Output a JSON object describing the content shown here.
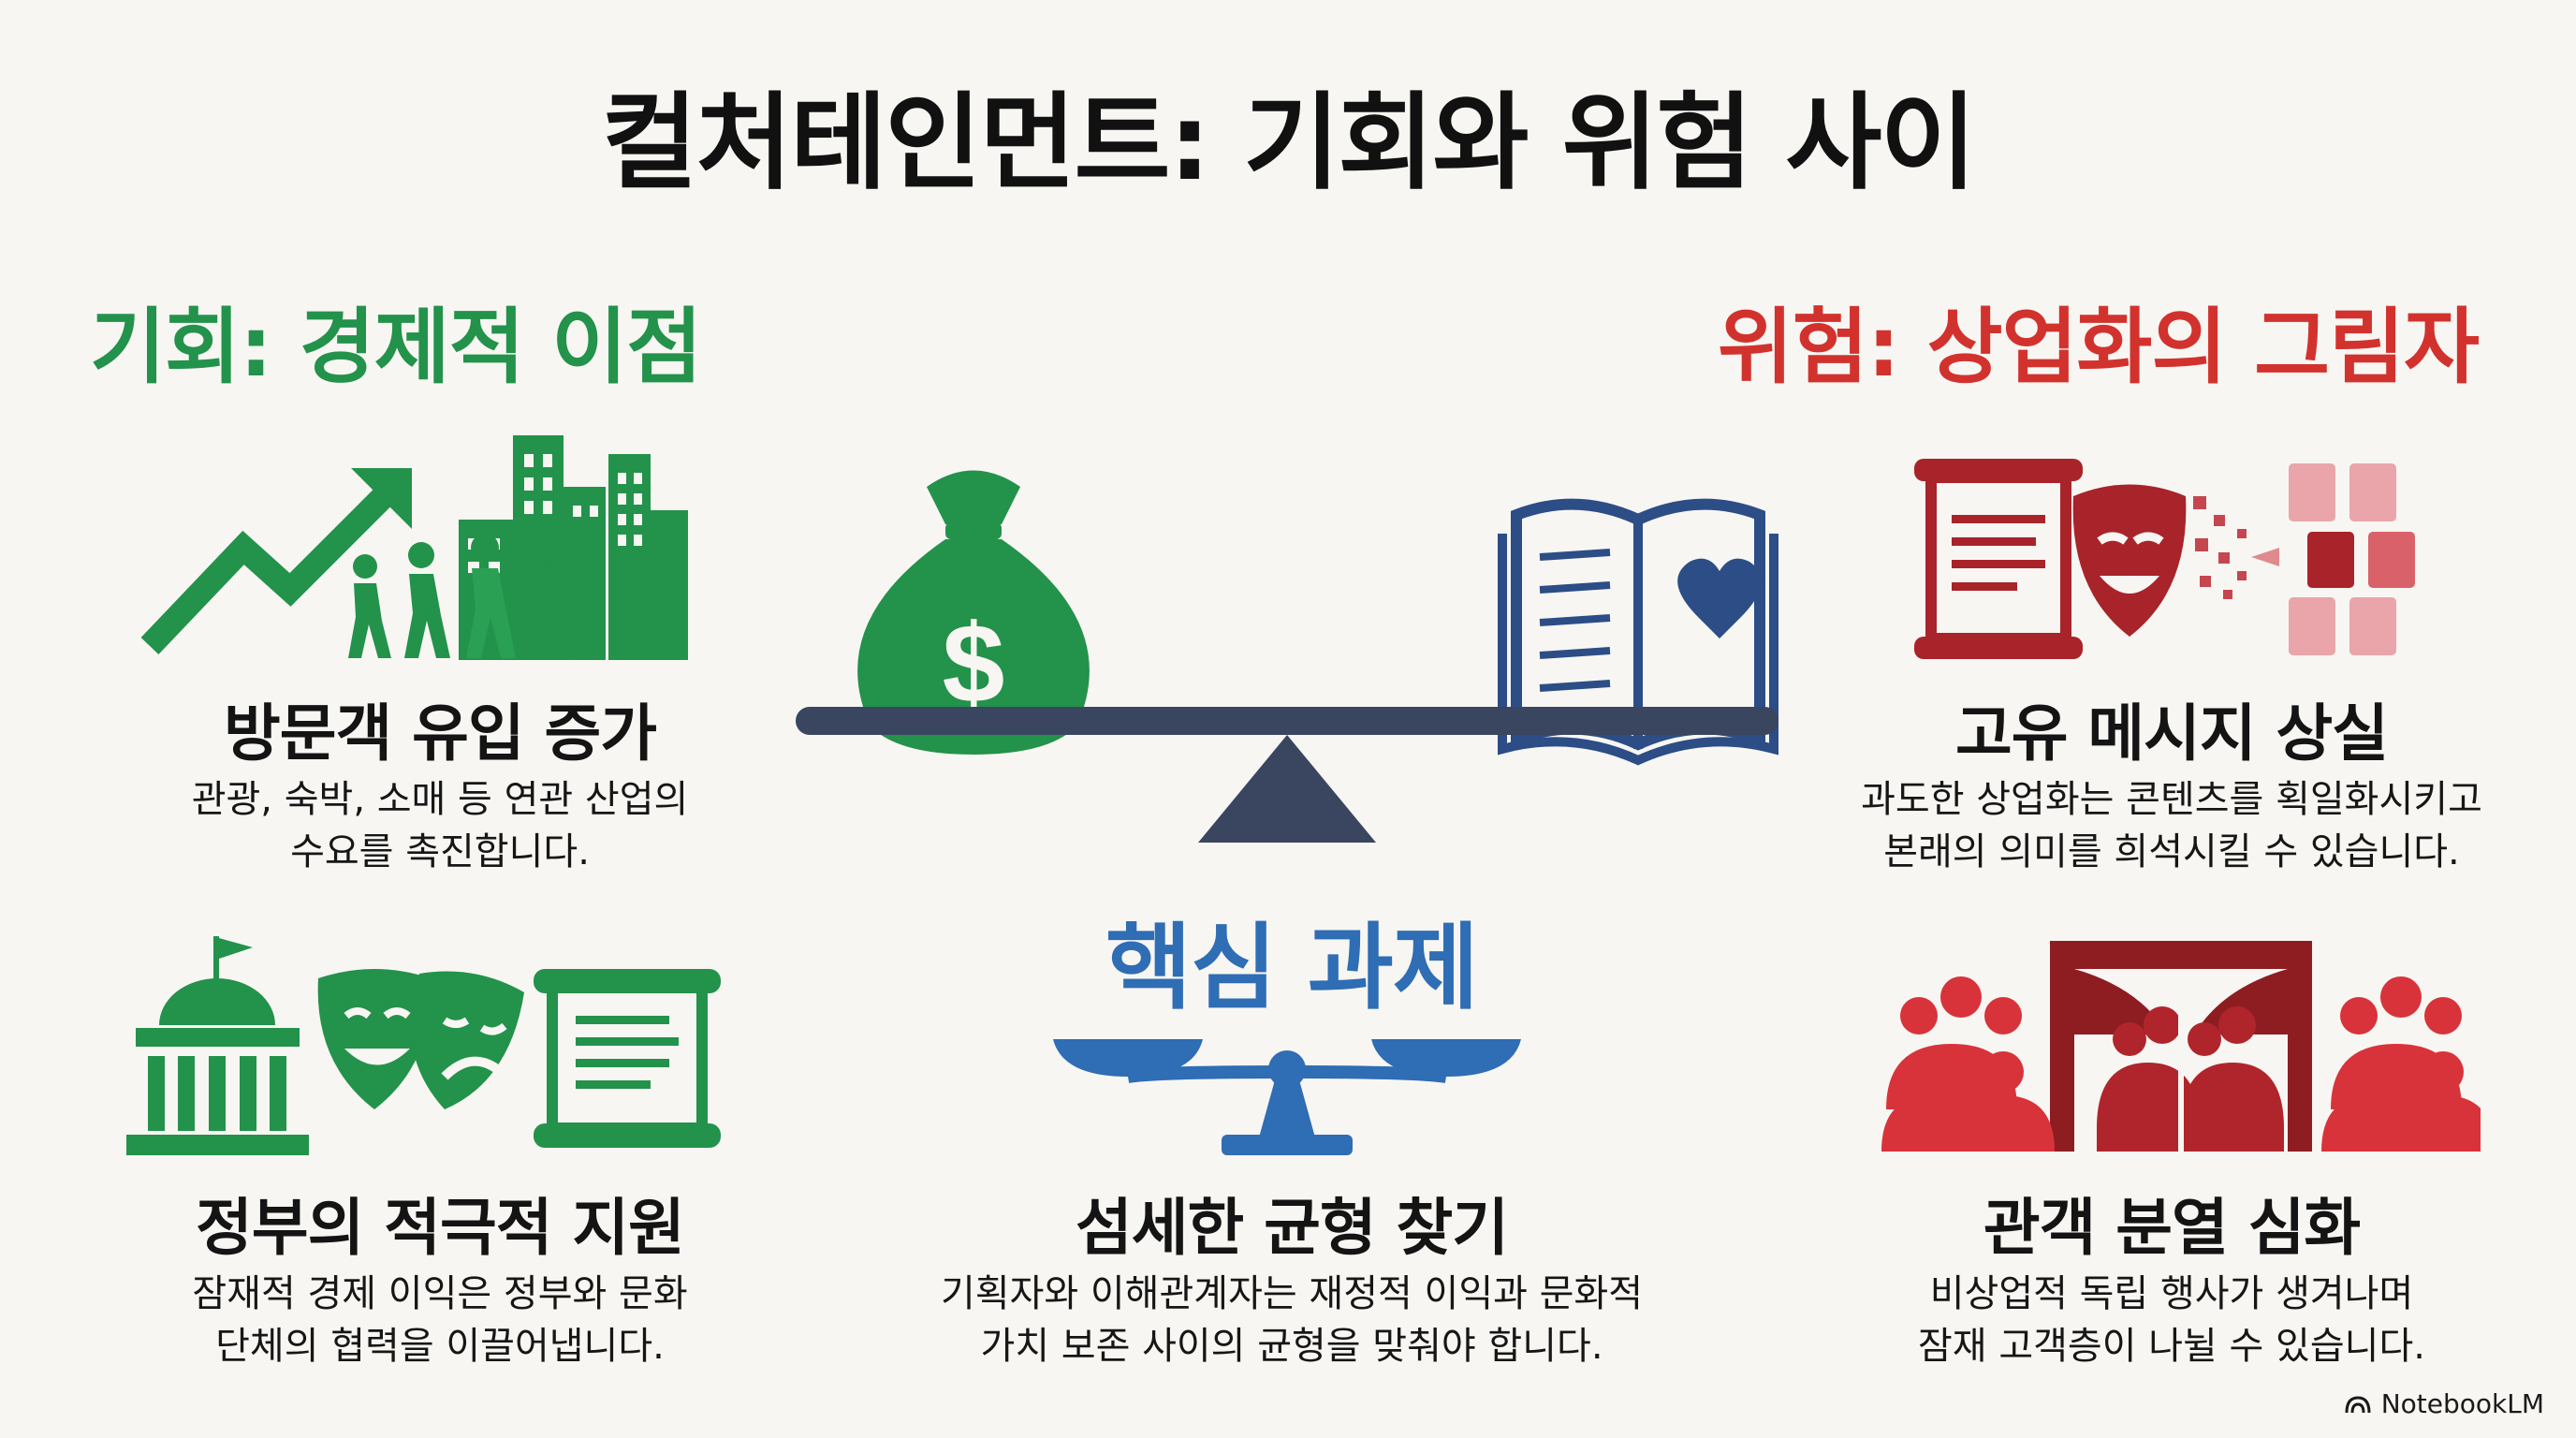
{
  "title": "컬처테인먼트: 기회와 위험 사이",
  "opportunity": {
    "heading": "기회: 경제적 이점",
    "color": "#23924b",
    "cards": [
      {
        "title": "방문객 유입 증가",
        "desc_lines": [
          "관광, 숙박, 소매 등 연관 산업의",
          "수요를 촉진합니다."
        ]
      },
      {
        "title": "정부의 적극적 지원",
        "desc_lines": [
          "잠재적 경제 이익은 정부와 문화",
          "단체의 협력을 이끌어냅니다."
        ]
      }
    ]
  },
  "risk": {
    "heading": "위험: 상업화의 그림자",
    "color": "#d2322d",
    "cards": [
      {
        "title": "고유 메시지 상실",
        "desc_lines": [
          "과도한 상업화는 콘텐츠를 획일화시키고",
          "본래의 의미를 희석시킬 수 있습니다."
        ]
      },
      {
        "title": "관객 분열 심화",
        "desc_lines": [
          "비상업적 독립 행사가 생겨나며",
          "잠재 고객층이 나뉠 수 있습니다."
        ]
      }
    ]
  },
  "center": {
    "heading": "핵심 과제",
    "color": "#2f6db4",
    "card_title": "섬세한 균형 찾기",
    "desc_lines": [
      "기획자와 이해관계자는 재정적 이익과 문화적",
      "가치 보존 사이의 균형을 맞춰야 합니다."
    ]
  },
  "icons": {
    "money_bag": "money-bag-icon",
    "book": "open-book-heart-icon",
    "seesaw": "seesaw-balance-icon",
    "scale": "balance-scale-icon",
    "growth": "growth-arrow-icon",
    "crowd": "walking-people-icon",
    "city": "city-buildings-icon",
    "government": "government-building-icon",
    "masks": "theater-masks-icon",
    "scroll": "scroll-document-icon",
    "risk_scroll": "scroll-mask-copies-icon",
    "audience": "audience-split-icon"
  },
  "brand": "NotebookLM"
}
